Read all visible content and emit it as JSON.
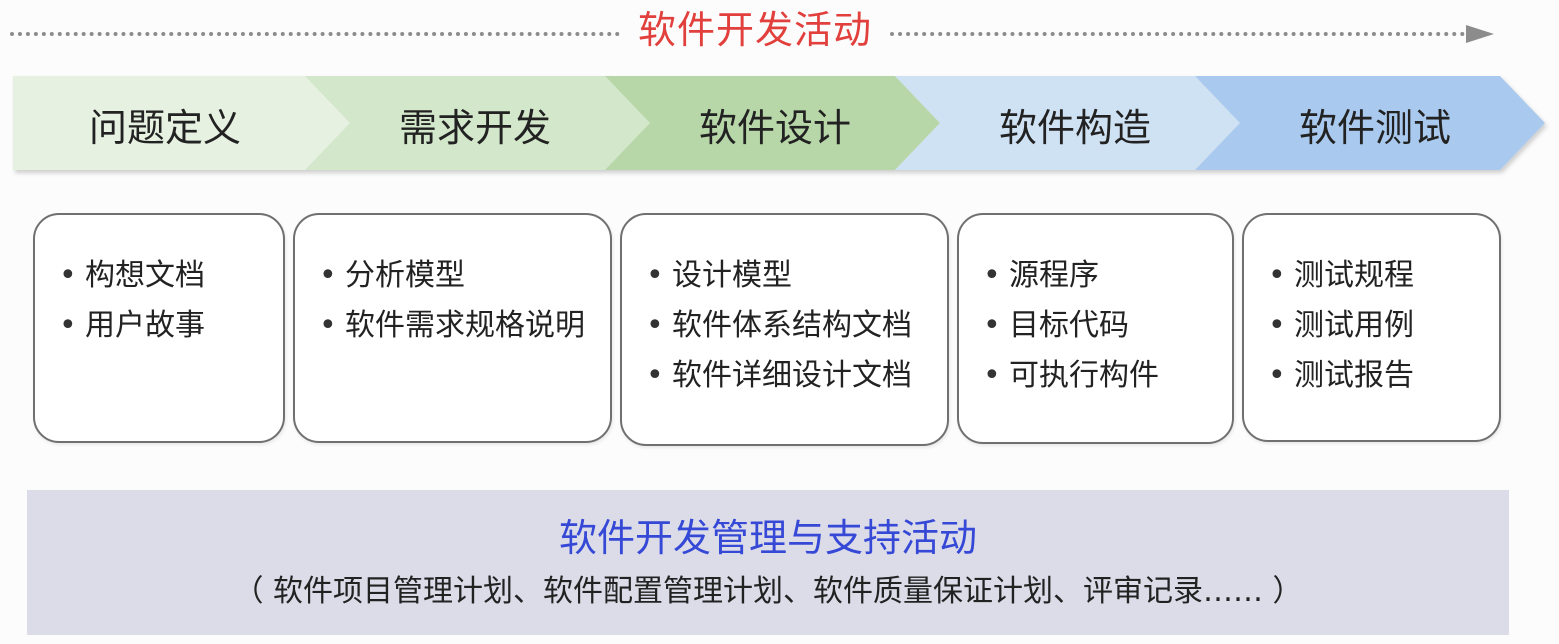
{
  "header": {
    "title": "软件开发活动"
  },
  "stages": [
    {
      "label": "问题定义",
      "color": "#e6f1e1"
    },
    {
      "label": "需求开发",
      "color": "#d3e8cb"
    },
    {
      "label": "软件设计",
      "color": "#b8d7a8"
    },
    {
      "label": "软件构造",
      "color": "#cfe2f3"
    },
    {
      "label": "软件测试",
      "color": "#a9c9ee"
    }
  ],
  "artifacts": [
    {
      "items": [
        "构想文档",
        "用户故事"
      ]
    },
    {
      "items": [
        "分析模型",
        "软件需求规格说明"
      ]
    },
    {
      "items": [
        "设计模型",
        "软件体系结构文档",
        "软件详细设计文档"
      ]
    },
    {
      "items": [
        "源程序",
        "目标代码",
        "可执行构件"
      ]
    },
    {
      "items": [
        "测试规程",
        "测试用例",
        "测试报告"
      ]
    }
  ],
  "bullet": "•",
  "support": {
    "title": "软件开发管理与支持活动",
    "subtitle": "（ 软件项目管理计划、软件配置管理计划、软件质量保证计划、评审记录…… ）"
  },
  "colors": {
    "title_red": "#e1403d",
    "support_blue": "#3548d6",
    "support_bg": "#dcdce9"
  }
}
